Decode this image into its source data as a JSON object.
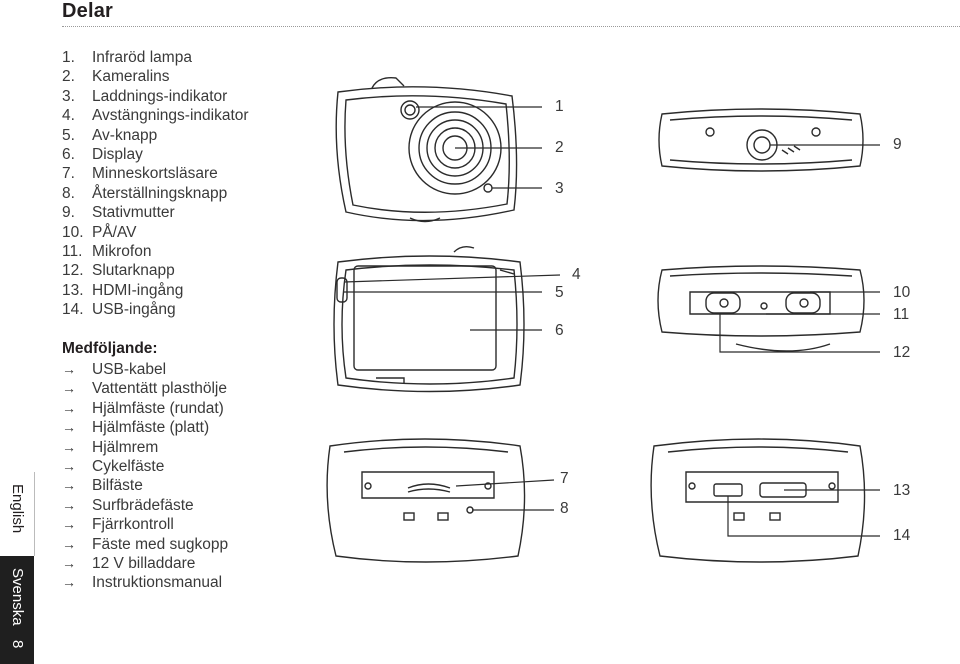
{
  "header": {
    "title": "Delar"
  },
  "tab": {
    "english": "English",
    "svenska": "Svenska",
    "page": "8"
  },
  "parts": [
    {
      "num": "1.",
      "label": "Infraröd lampa"
    },
    {
      "num": "2.",
      "label": "Kameralins"
    },
    {
      "num": "3.",
      "label": "Laddnings-indikator"
    },
    {
      "num": "4.",
      "label": "Avstängnings-indikator"
    },
    {
      "num": "5.",
      "label": "Av-knapp"
    },
    {
      "num": "6.",
      "label": "Display"
    },
    {
      "num": "7.",
      "label": "Minneskortsläsare"
    },
    {
      "num": "8.",
      "label": "Återställningsknapp"
    },
    {
      "num": "9.",
      "label": "Stativmutter"
    },
    {
      "num": "10.",
      "label": "PÅ/AV"
    },
    {
      "num": "11.",
      "label": "Mikrofon"
    },
    {
      "num": "12.",
      "label": "Slutarknapp"
    },
    {
      "num": "13.",
      "label": "HDMI-ingång"
    },
    {
      "num": "14.",
      "label": "USB-ingång"
    }
  ],
  "included": {
    "heading": "Medföljande:",
    "arrow": "→",
    "items": [
      "USB-kabel",
      "Vattentätt plasthölje",
      "Hjälmfäste (rundat)",
      "Hjälmfäste (platt)",
      "Hjälmrem",
      "Cykelfäste",
      "Bilfäste",
      "Surfbrädefäste",
      "Fjärrkontroll",
      "Fäste med sugkopp",
      "12 V billaddare",
      "Instruktionsmanual"
    ]
  },
  "callouts": [
    "1",
    "2",
    "3",
    "4",
    "5",
    "6",
    "7",
    "8",
    "9",
    "10",
    "11",
    "12",
    "13",
    "14"
  ]
}
